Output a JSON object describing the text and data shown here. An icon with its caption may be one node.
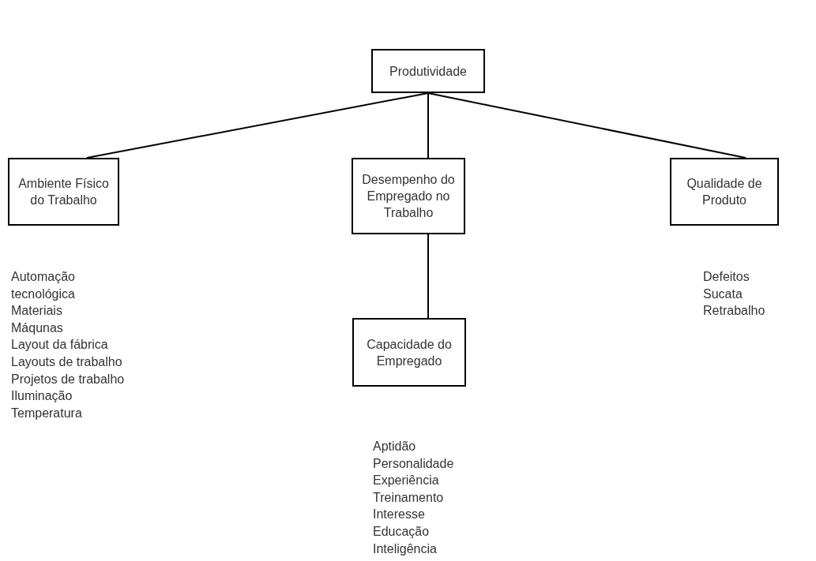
{
  "diagram": {
    "nodes": [
      {
        "text": [
          "Produtividade"
        ]
      },
      {
        "text": [
          "Ambiente Físico do Trabalho"
        ],
        "beside": [
          "Automação tecnológica",
          "Materiais",
          "Máqunas",
          "Layout da fábrica",
          "Layouts de trabalho",
          "Projetos de trabalho",
          "Iluminação",
          "Temperatura"
        ]
      },
      {
        "text": [
          "Desempenho do Empregado no Trabalho"
        ]
      },
      {
        "text": [
          "Qualidade de Produto"
        ],
        "beside": [
          "Defeitos",
          "Sucata",
          "Retrabalho"
        ]
      },
      {
        "text": [
          "Capacidade do Empregado"
        ],
        "beside": [
          "Aptidão",
          "Personalidade",
          "Experiência",
          "Treinamento",
          "Interesse",
          "Educação",
          "Inteligência"
        ]
      }
    ],
    "edges": [
      {
        "from": 0,
        "to": 1,
        "arrow": "none"
      },
      {
        "from": 0,
        "to": 2,
        "arrow": "none"
      },
      {
        "from": 0,
        "to": 3,
        "arrow": "none"
      },
      {
        "from": 2,
        "to": 4,
        "arrow": "none"
      }
    ]
  }
}
